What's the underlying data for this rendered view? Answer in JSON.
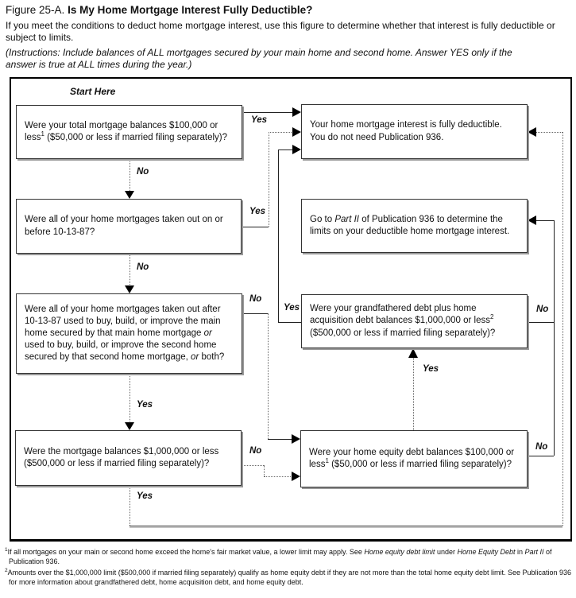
{
  "figure": {
    "label": "Figure 25-A.",
    "title": "Is My Home Mortgage Interest Fully Deductible?",
    "intro": "If you meet the conditions to deduct home mortgage interest, use this figure to determine whether that interest is fully deductible or subject to limits.",
    "instructions": "(Instructions: Include balances of ALL mortgages secured by your main home and second home. Answer YES only if the answer is true at ALL times during the year.)",
    "start_here": "Start Here"
  },
  "boxes": {
    "q_total_balance": {
      "text": "Were your total mortgage balances $100,000 or less",
      "sup": "1",
      "rest": " ($50,000 or less if married filing separately)?"
    },
    "result_fully_deductible": {
      "line1": "Your home mortgage interest is fully deductible.",
      "line2": "You do not need Publication 936."
    },
    "q_before_101387": {
      "text": "Were all of your home mortgages taken out on or before 10-13-87?"
    },
    "result_part2": {
      "pre": "Go to ",
      "italic": "Part II",
      "post": " of Publication 936 to determine the limits on your deductible home mortgage interest."
    },
    "q_buy_build_improve": {
      "part1": "Were all of your home mortgages taken out after 10-13-87 used to buy, build, or improve the main home secured by that main home mortgage ",
      "or1": "or",
      "part2": " used to buy, build, or improve the second home secured by that second home mortgage, ",
      "or2": "or",
      "part3": " both?"
    },
    "q_grandfathered": {
      "text": "Were your grandfathered debt plus home acquisition debt balances $1,000,000 or less",
      "sup": "2",
      "rest": " ($500,000 or less if married filing separately)?"
    },
    "q_mortgage_1m": {
      "text": "Were the mortgage balances $1,000,000 or less ($500,000 or less if married filing separately)?"
    },
    "q_home_equity": {
      "text": "Were your home equity debt balances $100,000 or less",
      "sup": "1",
      "rest": " ($50,000 or less if married filing separately)?"
    }
  },
  "labels": {
    "yes": "Yes",
    "no": "No"
  },
  "footnotes": {
    "f1": {
      "sup": "1",
      "pre": "If all mortgages on your main or second home exceed the home's fair market value, a lower limit may apply. See ",
      "i1": "Home equity debt limit",
      "mid1": " under ",
      "i2": "Home Equity Debt",
      "mid2": " in ",
      "i3": "Part II",
      "post": " of Publication 936."
    },
    "f2": {
      "sup": "2",
      "text": "Amounts over the $1,000,000 limit ($500,000 if married filing separately) qualify as home equity debt if they are not more than the total home equity debt limit. See Publication 936 for more information about grandfathered debt, home acquisition debt, and home equity debt."
    }
  }
}
